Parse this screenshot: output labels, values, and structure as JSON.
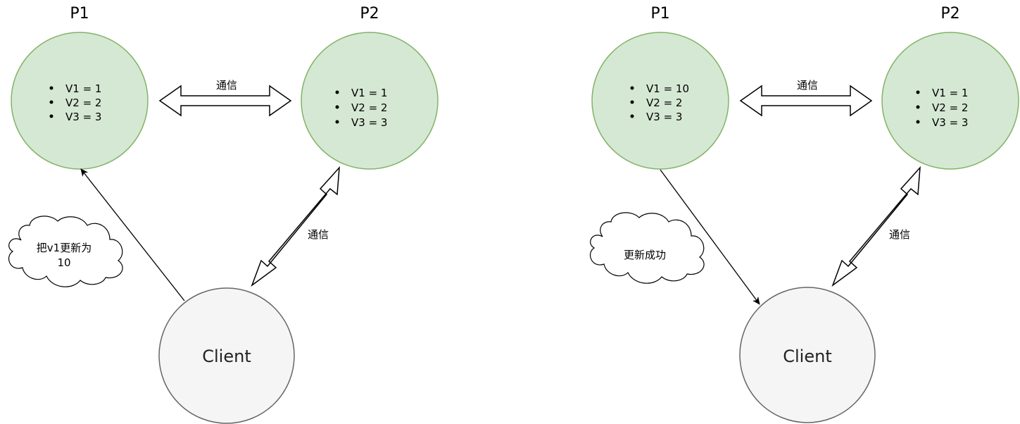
{
  "colors": {
    "node_fill": "#d5e8d4",
    "node_stroke": "#82b366",
    "client_fill": "#f5f5f5",
    "client_stroke": "#666666",
    "line": "#000000"
  },
  "left": {
    "p1": {
      "title": "P1",
      "values": [
        "V1 = 1",
        "V2 = 2",
        "V3 = 3"
      ]
    },
    "p2": {
      "title": "P2",
      "values": [
        "V1 = 1",
        "V2 = 2",
        "V3 = 3"
      ]
    },
    "comm_label_top": "通信",
    "comm_label_side": "通信",
    "cloud_lines": [
      "把v1更新为",
      "10"
    ],
    "client_label": "Client"
  },
  "right": {
    "p1": {
      "title": "P1",
      "values": [
        "V1 = 10",
        "V2 = 2",
        "V3 = 3"
      ]
    },
    "p2": {
      "title": "P2",
      "values": [
        "V1 = 1",
        "V2 = 2",
        "V3 = 3"
      ]
    },
    "comm_label_top": "通信",
    "comm_label_side": "通信",
    "cloud_lines": [
      "更新成功"
    ],
    "client_label": "Client"
  }
}
